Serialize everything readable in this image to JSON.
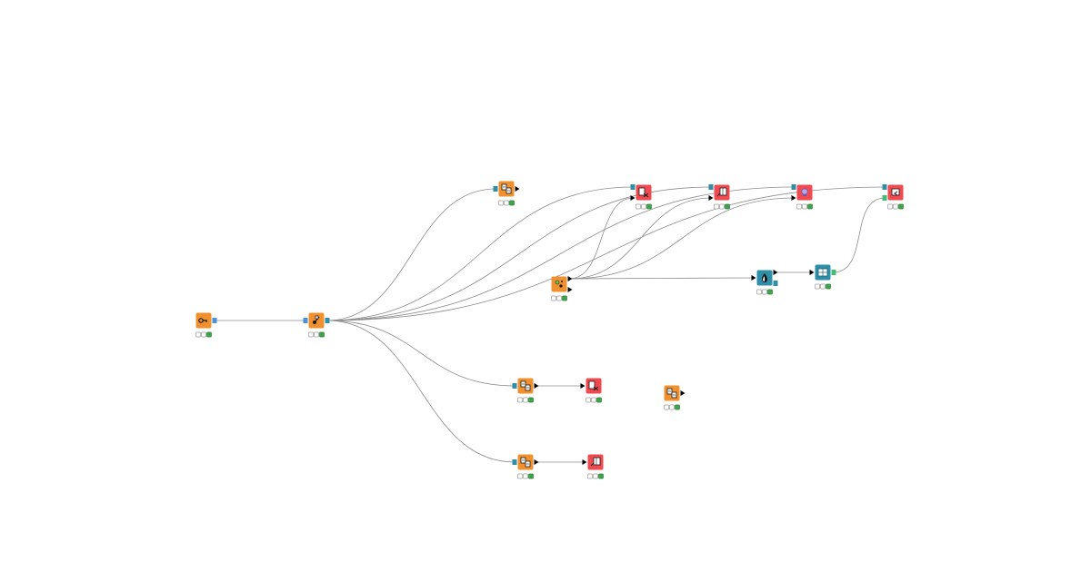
{
  "colors": {
    "canvas_bg": "#ffffff",
    "manipulator": "#f0902f",
    "source": "#f0902f",
    "sink": "#ef4a4f",
    "view": "#2f8fa8",
    "connection": "#8c8c8c",
    "port_table": "#000000",
    "port_blue": "#2f8fa8",
    "port_credential": "#4a90d9",
    "port_green": "#3fbf6f",
    "status_ok": "#3ea64a"
  },
  "nodes": [
    {
      "id": "n1",
      "category": "manipulator",
      "icon": "key-icon",
      "status": "executed"
    },
    {
      "id": "n2",
      "category": "manipulator",
      "icon": "connector-icon",
      "status": "executed"
    },
    {
      "id": "n3",
      "category": "manipulator",
      "icon": "db-transform-icon",
      "status": "executed"
    },
    {
      "id": "n4",
      "category": "sink",
      "icon": "db-writer-icon",
      "status": "executed"
    },
    {
      "id": "n5",
      "category": "sink",
      "icon": "table-writer-icon",
      "status": "executed"
    },
    {
      "id": "n6",
      "category": "sink",
      "icon": "cloud-writer-icon",
      "status": "executed"
    },
    {
      "id": "n7",
      "category": "sink",
      "icon": "file-writer-icon",
      "status": "executed"
    },
    {
      "id": "n8",
      "category": "source",
      "icon": "data-generator-icon",
      "status": "executed"
    },
    {
      "id": "n9",
      "category": "view",
      "icon": "color-drop-icon",
      "status": "executed"
    },
    {
      "id": "n10",
      "category": "view",
      "icon": "grid-view-icon",
      "status": "executed"
    },
    {
      "id": "n11",
      "category": "manipulator",
      "icon": "db-query-icon",
      "status": "executed"
    },
    {
      "id": "n12",
      "category": "sink",
      "icon": "db-writer-icon",
      "status": "executed"
    },
    {
      "id": "n13",
      "category": "manipulator",
      "icon": "db-transform-icon",
      "status": "executed"
    },
    {
      "id": "n14",
      "category": "manipulator",
      "icon": "db-table-icon",
      "status": "executed"
    },
    {
      "id": "n15",
      "category": "sink",
      "icon": "table-writer-icon",
      "status": "executed"
    }
  ],
  "connections": [
    {
      "from": "n1",
      "to": "n2"
    },
    {
      "from": "n2",
      "to": "n3"
    },
    {
      "from": "n2",
      "to": "n4"
    },
    {
      "from": "n2",
      "to": "n5"
    },
    {
      "from": "n2",
      "to": "n6"
    },
    {
      "from": "n2",
      "to": "n7"
    },
    {
      "from": "n2",
      "to": "n11"
    },
    {
      "from": "n2",
      "to": "n14"
    },
    {
      "from": "n8",
      "to": "n4"
    },
    {
      "from": "n8",
      "to": "n5"
    },
    {
      "from": "n8",
      "to": "n6"
    },
    {
      "from": "n8",
      "to": "n9"
    },
    {
      "from": "n9",
      "to": "n10"
    },
    {
      "from": "n10",
      "to": "n7"
    },
    {
      "from": "n11",
      "to": "n12"
    },
    {
      "from": "n14",
      "to": "n15"
    }
  ]
}
